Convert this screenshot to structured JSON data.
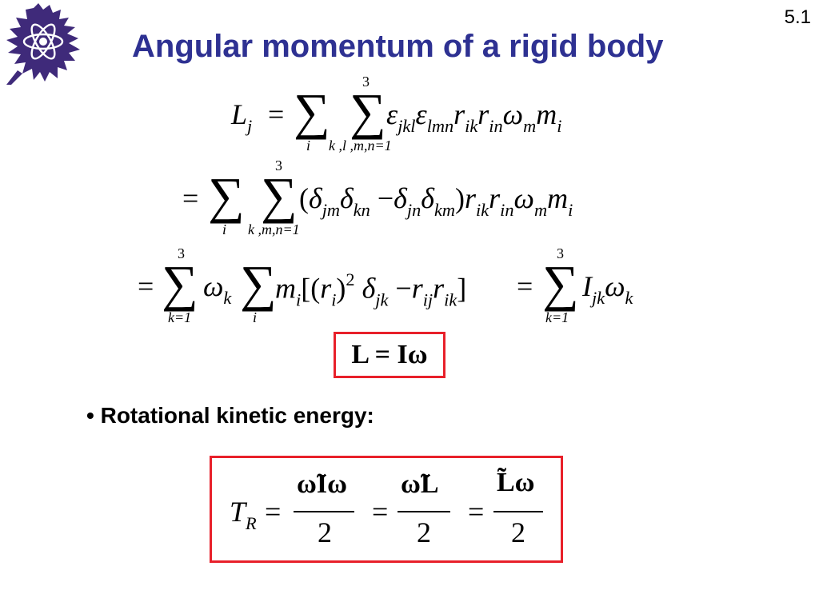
{
  "slide": {
    "title": "Angular momentum of a rigid body",
    "page_number": "5.1",
    "bullet_text": "Rotational kinetic energy:"
  },
  "logo": {
    "icon": "horned-lizard-atom-logo-icon",
    "color": "#3f2a7a"
  },
  "colors": {
    "title": "#2e3192",
    "box_border": "#e8202a"
  },
  "equations": {
    "line1": {
      "lhs": "L",
      "lhs_sub": "j",
      "eq": "=",
      "sum1_lower": "i",
      "sum2_upper": "3",
      "sum2_lower": "k ,l ,m,n=1",
      "term": "ε",
      "term_sub": "jkl",
      "term2": "ε",
      "term2_sub": "lmn",
      "r1": "r",
      "r1_sub": "ik",
      "r2": "r",
      "r2_sub": "in",
      "w": "ω",
      "w_sub": "m",
      "m": "m",
      "m_sub": "i"
    },
    "line2": {
      "eq": "=",
      "sum1_lower": "i",
      "sum2_upper": "3",
      "sum2_lower": "k ,m,n=1",
      "open": "(",
      "d1": "δ",
      "d1_sub": "jm",
      "d2": "δ",
      "d2_sub": "kn",
      "minus": "−",
      "d3": "δ",
      "d3_sub": "jn",
      "d4": "δ",
      "d4_sub": "km",
      "close": ")",
      "r1": "r",
      "r1_sub": "ik",
      "r2": "r",
      "r2_sub": "in",
      "w": "ω",
      "w_sub": "m",
      "m": "m",
      "m_sub": "i"
    },
    "line3": {
      "eq": "=",
      "sum1_upper": "3",
      "sum1_lower": "k=1",
      "w": "ω",
      "w_sub": "k",
      "sum2_lower": "i",
      "m": "m",
      "m_sub": "i",
      "bracket_open": "[(",
      "r": "r",
      "r_sub": "i",
      "paren_close": ")",
      "power": "2",
      "d": "δ",
      "d_sub": "jk",
      "minus": "−",
      "r2": "r",
      "r2_sub": "ij",
      "r3": "r",
      "r3_sub": "ik",
      "bracket_close": "]",
      "eq2": "=",
      "sum3_upper": "3",
      "sum3_lower": "k=1",
      "I": "I",
      "I_sub": "jk",
      "w2": "ω",
      "w2_sub": "k"
    },
    "boxed1": "L = Iω",
    "tr": {
      "lhs": "T",
      "lhs_sub": "R",
      "eq": "=",
      "num1": "ω̃Iω",
      "den1": "2",
      "eq2": "=",
      "num2": "ω̃L",
      "den2": "2",
      "eq3": "=",
      "num3": "L̃ω",
      "den3": "2"
    }
  }
}
